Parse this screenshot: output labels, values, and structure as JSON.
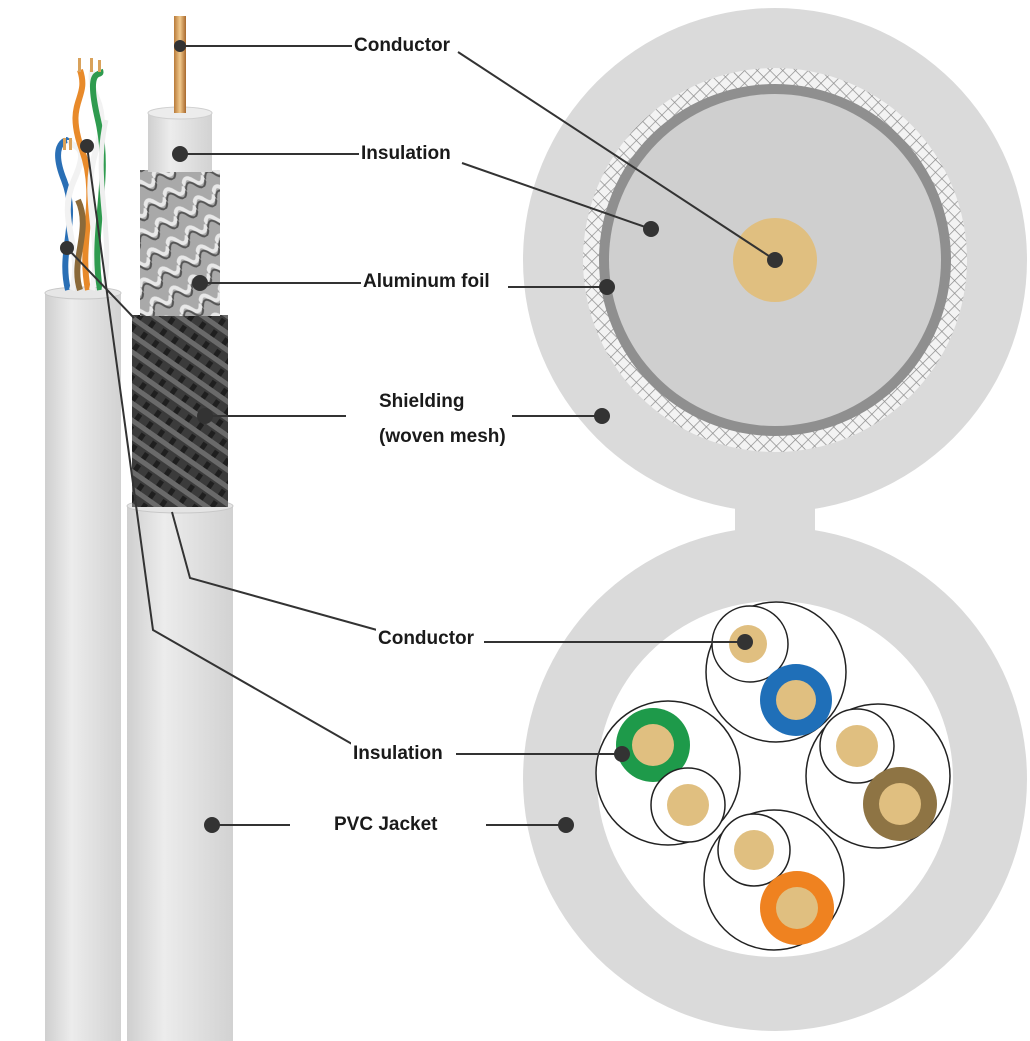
{
  "labels": {
    "coax_conductor": "Conductor",
    "coax_insulation": "Insulation",
    "aluminum_foil": "Aluminum foil",
    "shielding_line1": "Shielding",
    "shielding_line2": "(woven mesh)",
    "pair_conductor": "Conductor",
    "pair_insulation": "Insulation",
    "pvc_jacket": "PVC Jacket"
  },
  "colors": {
    "jacket": "#dadada",
    "copper": "#e0bf80",
    "pair_blue": "#1f6fb8",
    "pair_green": "#1e9a4a",
    "pair_brown": "#8e7444",
    "pair_orange": "#ef8220",
    "leader": "#333333"
  }
}
